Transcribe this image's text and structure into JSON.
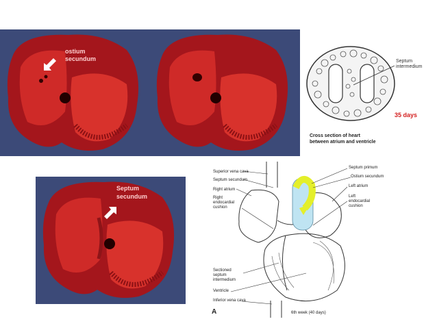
{
  "panels": {
    "top_left": {
      "label_line1": "ostium",
      "label_line2": "secundum"
    },
    "bottom_left": {
      "label_line1": "Septum",
      "label_line2": "secundum"
    },
    "cross_section": {
      "label_line1": "Septum",
      "label_line2": "intermedium",
      "days": "35 days",
      "caption_line1": "Cross section of heart",
      "caption_line2": "between atrium and ventricle"
    },
    "heart_diagram": {
      "labels_left": [
        "Superior vena cava",
        "Septum secundum",
        "Right atrium",
        "Right",
        "endocardial",
        "cushion",
        "Sectioned",
        "septum",
        "intermedium",
        "Ventricle",
        "Inferior vena cava"
      ],
      "labels_right": [
        "Septum primum",
        "Ostium secundum",
        "Left atrium",
        "Left",
        "endocardial",
        "cushion"
      ],
      "letter": "A",
      "week": "6th week (40 days)"
    }
  },
  "colors": {
    "accent_red": "#d42020",
    "label_pink": "#ffd0d0",
    "arrow_yellow": "#e4ef2a",
    "valve_blue": "#bfe4f2"
  }
}
